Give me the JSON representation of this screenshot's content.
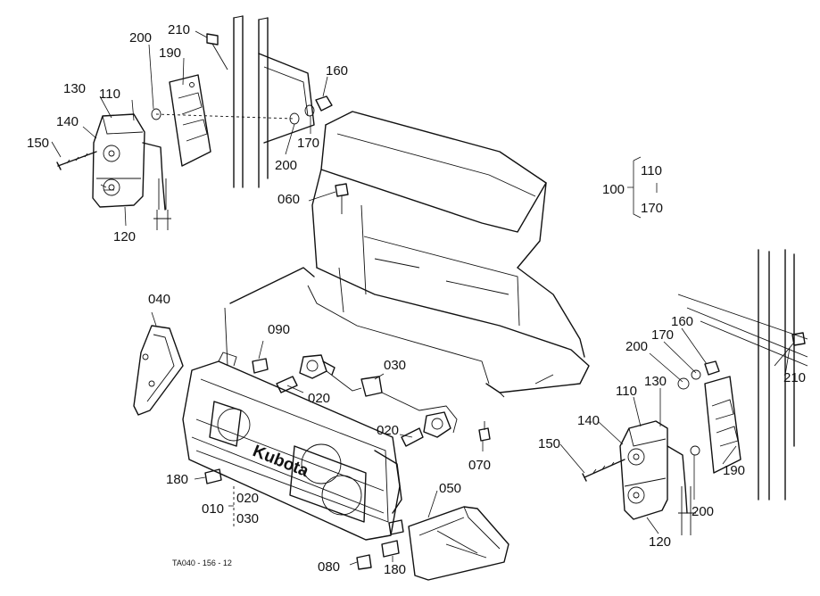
{
  "diagram": {
    "drawing_code": "TA040 - 156 - 12",
    "brand_logo": "Kubota",
    "callouts": {
      "c210_top": "210",
      "c200_top": "200",
      "c190_top": "190",
      "c160_top": "160",
      "c130_left": "130",
      "c110_left": "110",
      "c140_left": "140",
      "c150_left": "150",
      "c170_top": "170",
      "c200_mid": "200",
      "c120_left": "120",
      "c060": "060",
      "c100": "100",
      "c110_grp": "110",
      "c170_grp": "170",
      "c040": "040",
      "c090": "090",
      "c030_top": "030",
      "c020_a": "020",
      "c020_b": "020",
      "c070": "070",
      "c180_left": "180",
      "c020_grp": "020",
      "c010": "010",
      "c030_grp": "030",
      "c050": "050",
      "c080": "080",
      "c180_right": "180",
      "c160_right": "160",
      "c170_right": "170",
      "c200_right": "200",
      "c130_right": "130",
      "c110_right": "110",
      "c210_right": "210",
      "c140_right": "140",
      "c150_right": "150",
      "c200_right_low": "200",
      "c190_right": "190",
      "c120_right": "120"
    }
  }
}
